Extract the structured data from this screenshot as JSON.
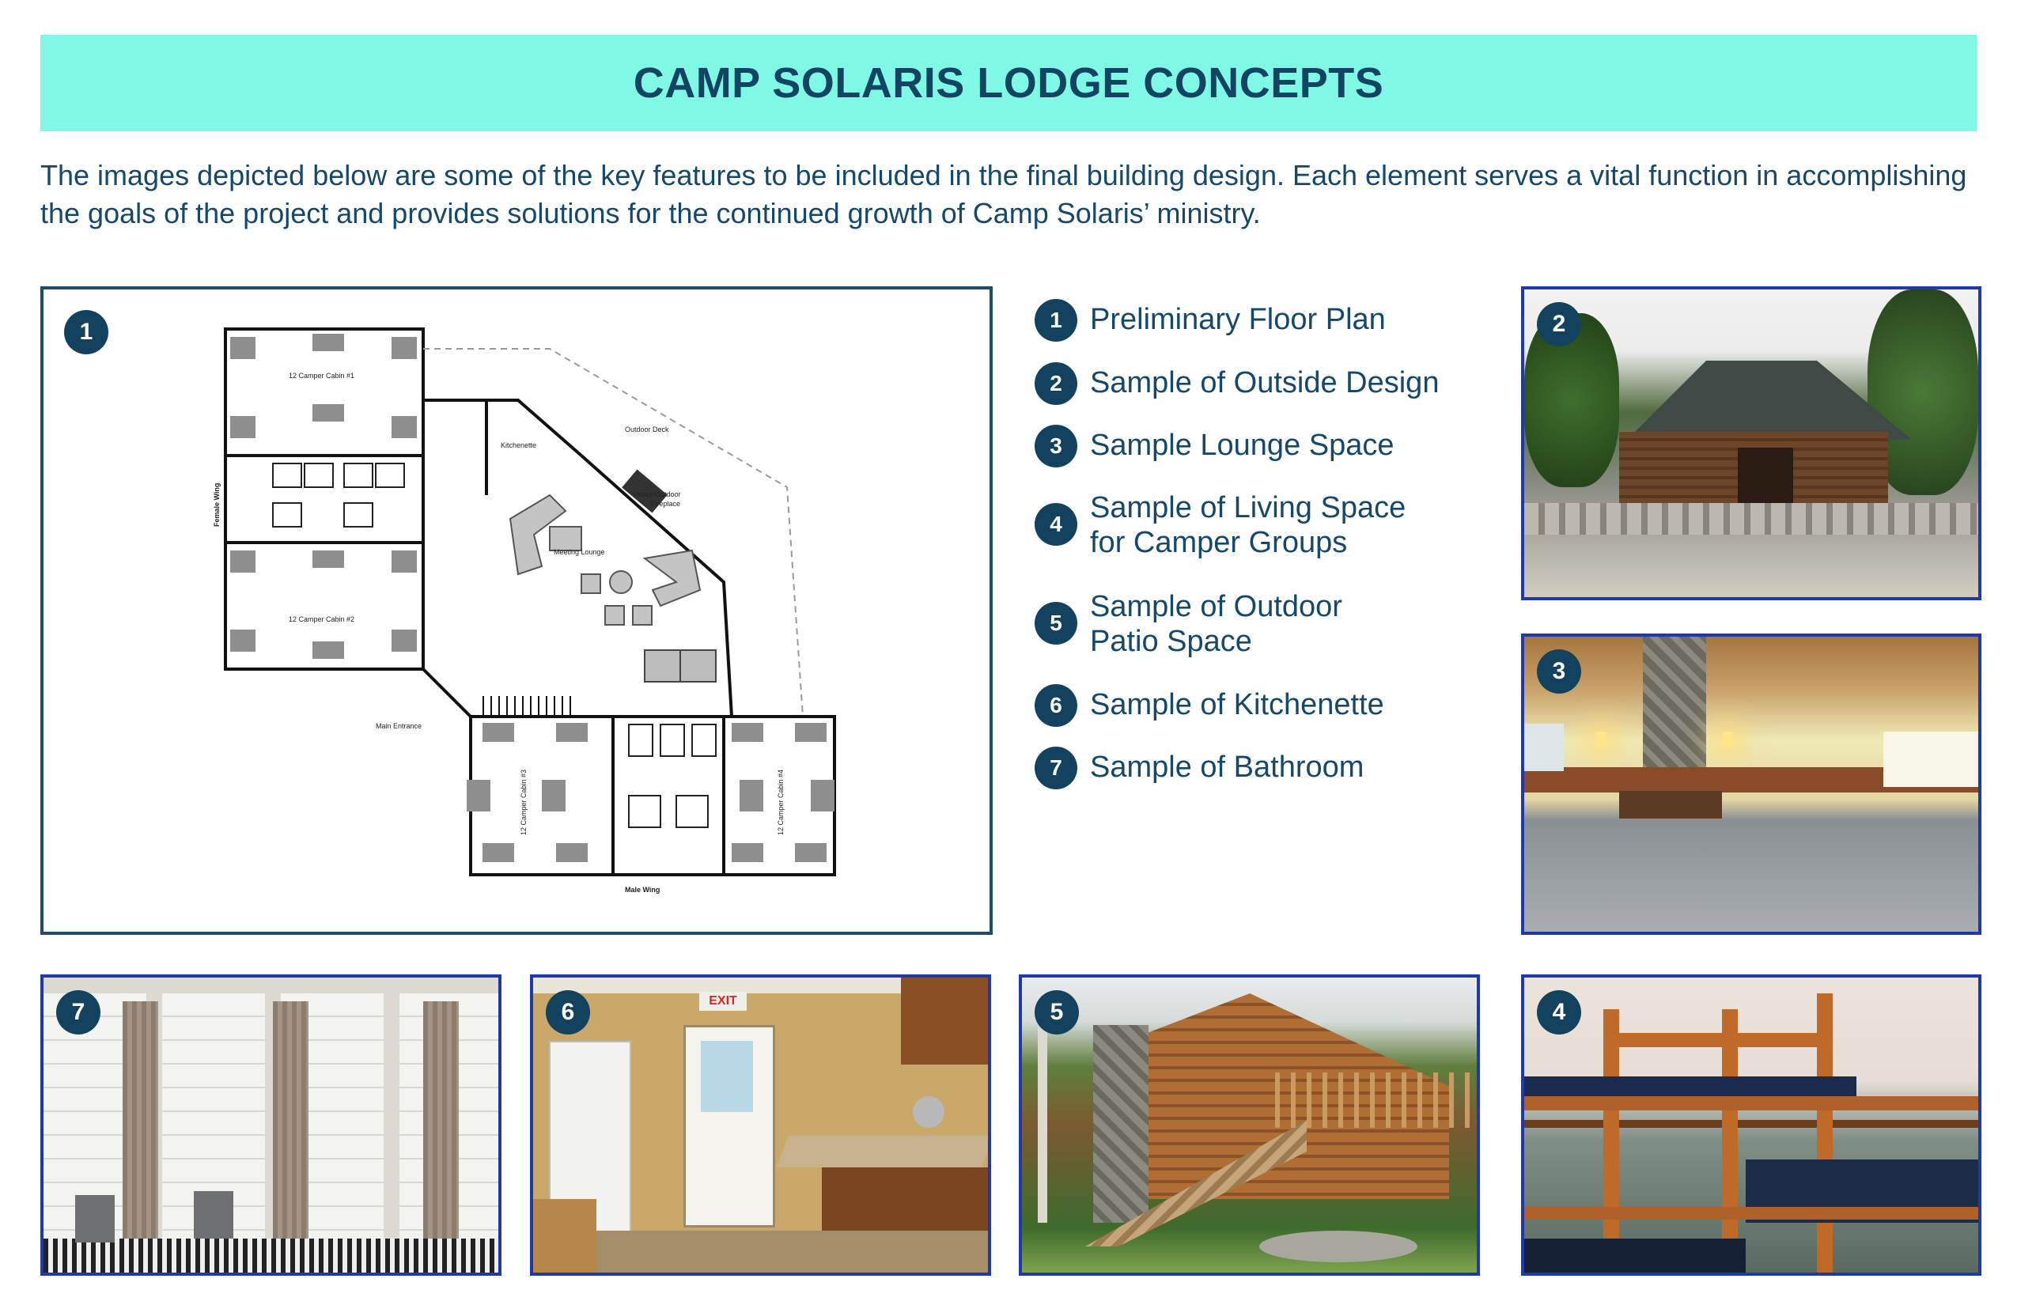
{
  "header": {
    "title": "CAMP SOLARIS LODGE CONCEPTS"
  },
  "intro": {
    "text": "The images depicted below are some of the key features to be included in the final building design.  Each element serves a vital function in accomplishing the goals of the project and provides solutions for the continued growth of Camp Solaris’ ministry."
  },
  "legend": [
    {
      "num": "1",
      "label": "Preliminary Floor Plan"
    },
    {
      "num": "2",
      "label": "Sample of Outside Design"
    },
    {
      "num": "3",
      "label": "Sample Lounge Space"
    },
    {
      "num": "4",
      "label": "Sample of Living Space for Camper Groups"
    },
    {
      "num": "5",
      "label": "Sample of Outdoor Patio Space"
    },
    {
      "num": "6",
      "label": "Sample of Kitchenette"
    },
    {
      "num": "7",
      "label": "Sample of Bathroom"
    }
  ],
  "floorplan": {
    "badge": "1",
    "labels": {
      "cabin1": "12 Camper Cabin #1",
      "cabin2": "12 Camper Cabin #2",
      "cabin3": "12 Camper Cabin #3",
      "cabin4": "12 Camper Cabin #4",
      "female_wing": "Female Wing",
      "male_wing": "Male Wing",
      "kitchenette": "Kitchenette",
      "outdoor_deck": "Outdoor Deck",
      "fireplace_1": "Indoor/Outdoor",
      "fireplace_2": "Fireplace",
      "lounge": "Meeting Lounge",
      "main_entrance": "Main Entrance"
    }
  },
  "photos": {
    "outside": {
      "badge": "2"
    },
    "lounge": {
      "badge": "3"
    },
    "living": {
      "badge": "4"
    },
    "patio": {
      "badge": "5"
    },
    "kitchenette": {
      "badge": "6",
      "exit_sign": "EXIT"
    },
    "bathroom": {
      "badge": "7"
    }
  }
}
